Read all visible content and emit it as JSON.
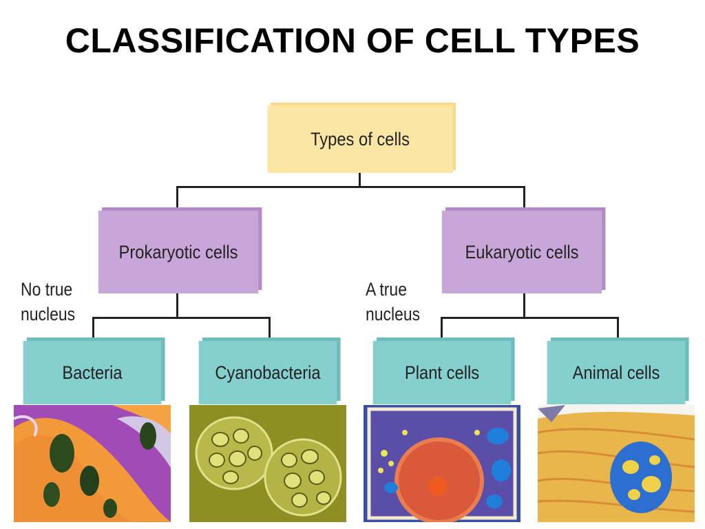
{
  "title": "CLASSIFICATION OF CELL TYPES",
  "root": {
    "label": "Types of cells"
  },
  "prokaryotic": {
    "label": "Prokaryotic cells",
    "note_line1": "No true",
    "note_line2": "nucleus"
  },
  "eukaryotic": {
    "label": "Eukaryotic cells",
    "note_line1": "A true",
    "note_line2": "nucleus"
  },
  "leaves": [
    {
      "label": "Bacteria"
    },
    {
      "label": "Cyanobacteria"
    },
    {
      "label": "Plant cells"
    },
    {
      "label": "Animal cells"
    }
  ],
  "colors": {
    "root_box": "#fbe6a6",
    "middle_box": "#c8a6d8",
    "leaf_box": "#86cfcf",
    "connector": "#222222"
  }
}
